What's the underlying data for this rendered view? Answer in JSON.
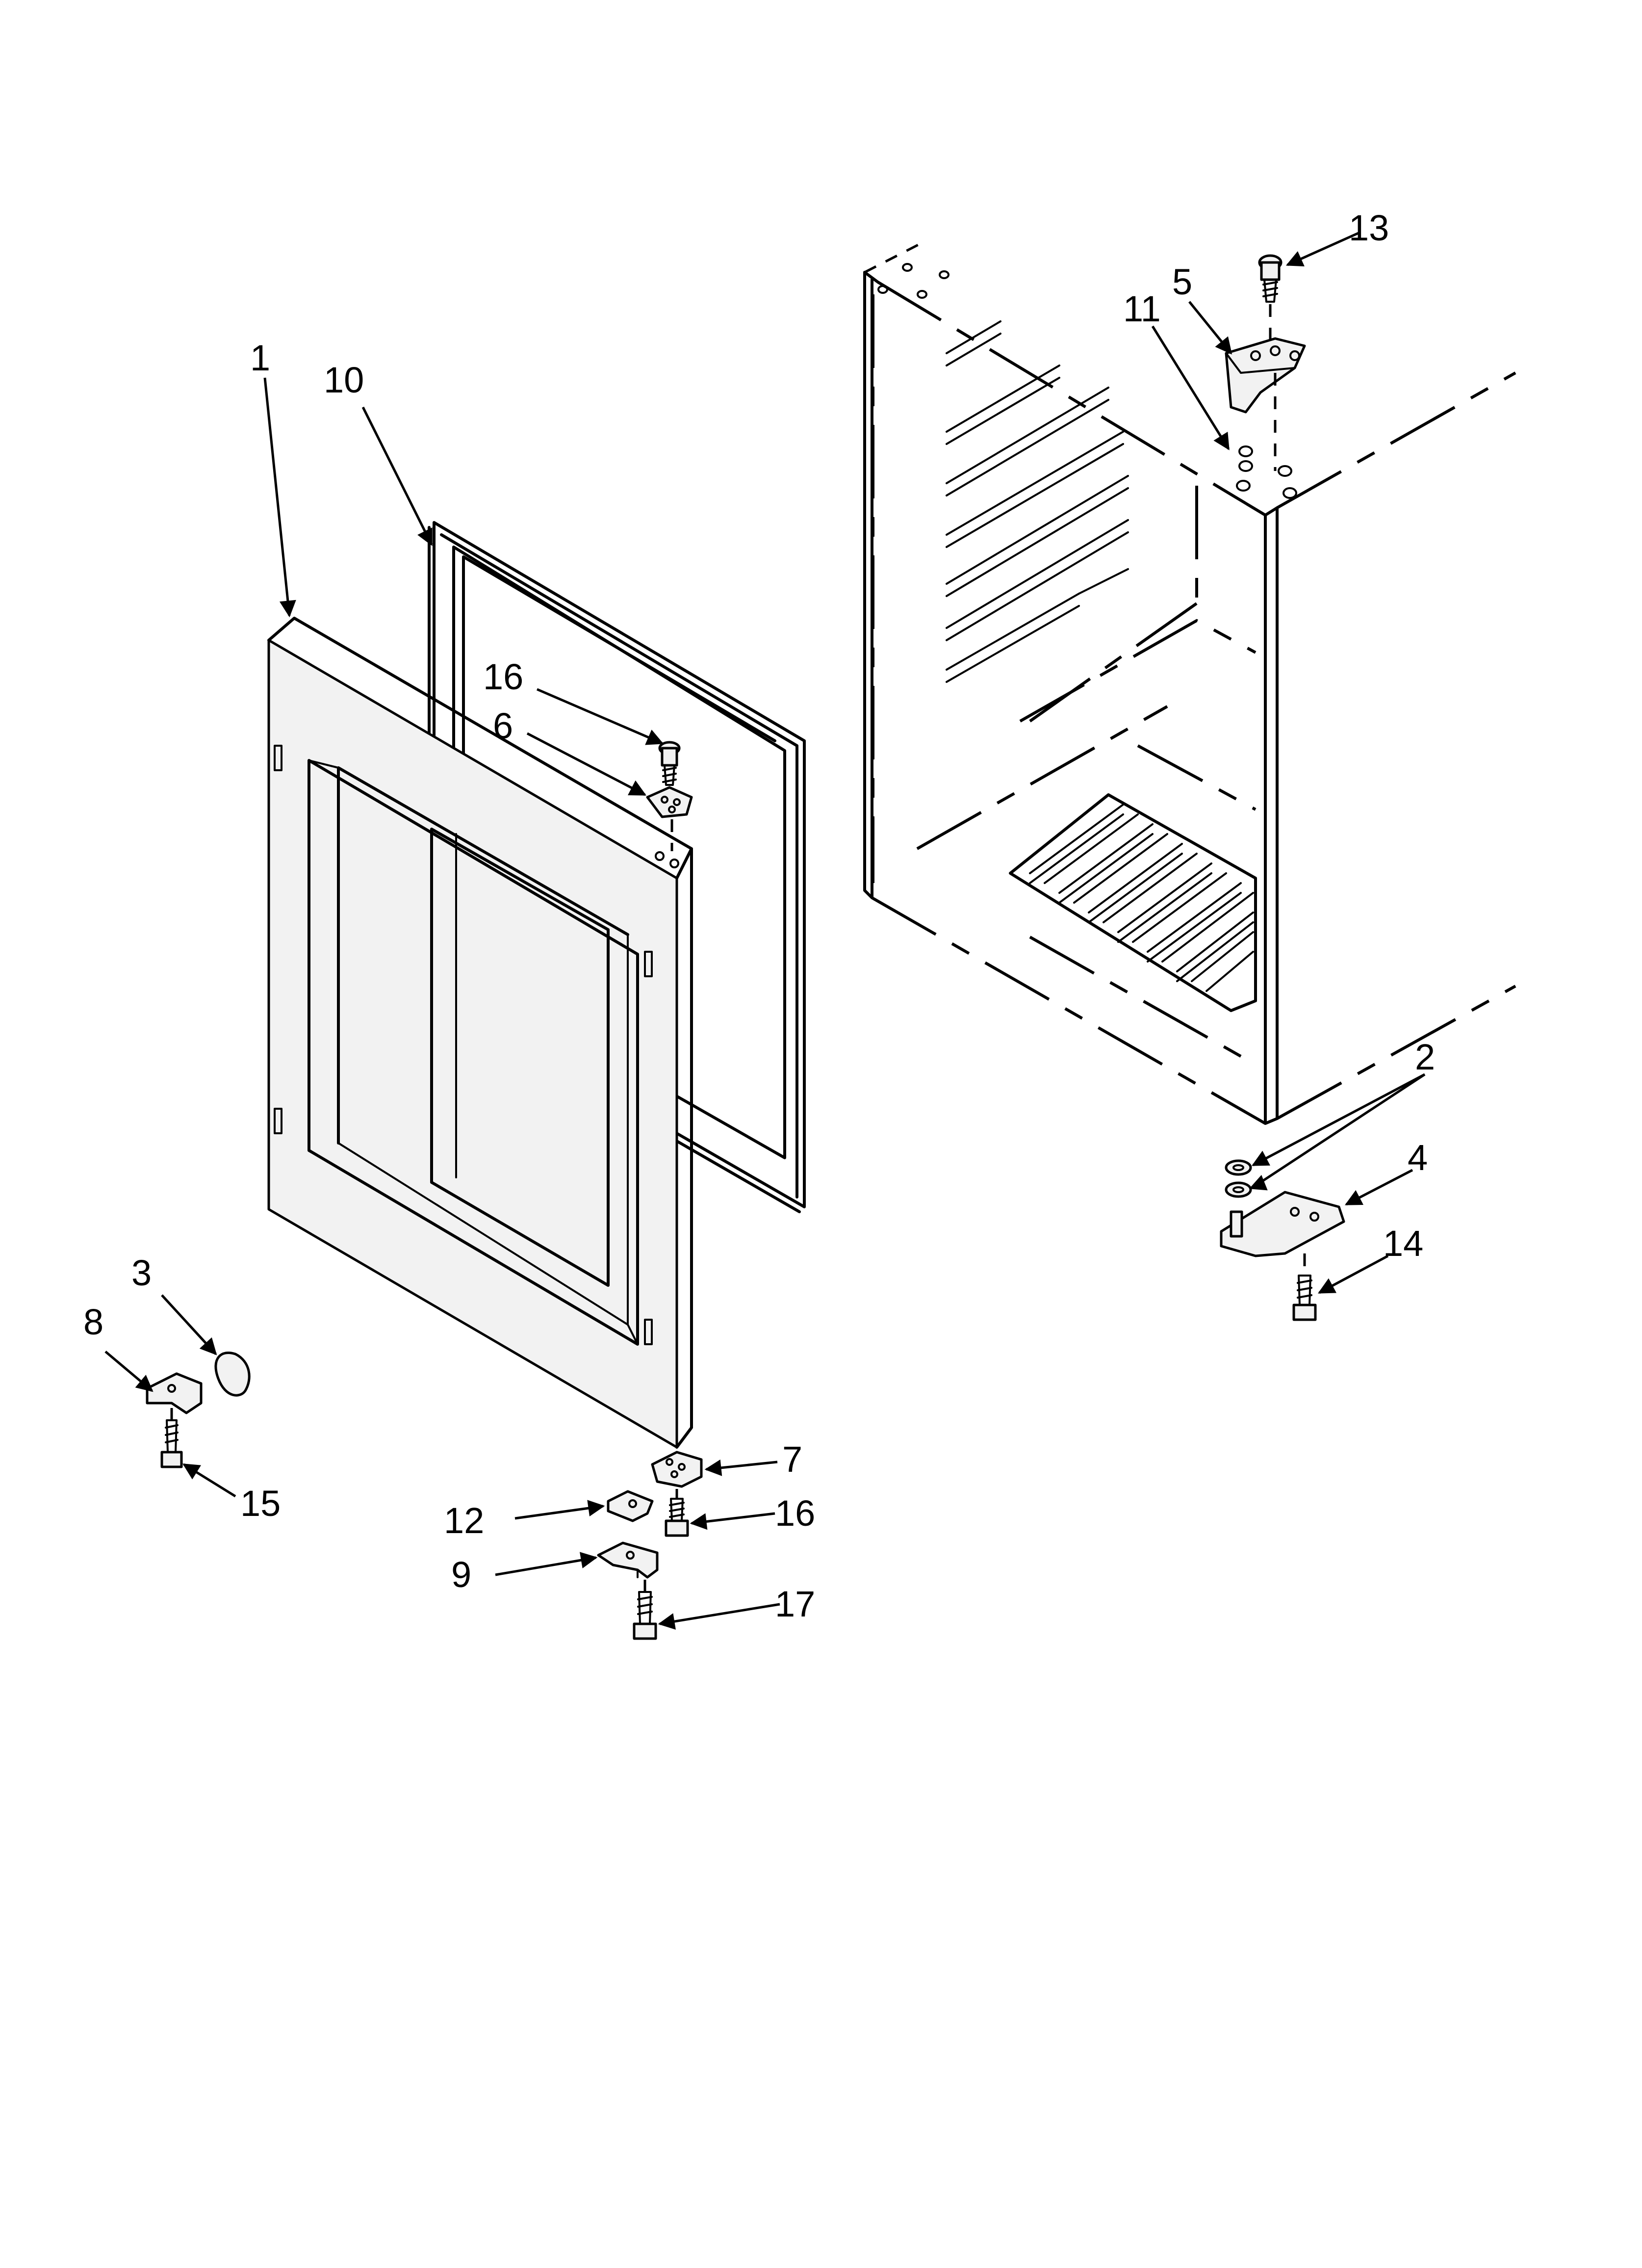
{
  "callouts": [
    {
      "id": "1",
      "label": "1"
    },
    {
      "id": "10",
      "label": "10"
    },
    {
      "id": "16a",
      "label": "16"
    },
    {
      "id": "6",
      "label": "6"
    },
    {
      "id": "13",
      "label": "13"
    },
    {
      "id": "5",
      "label": "5"
    },
    {
      "id": "11",
      "label": "11"
    },
    {
      "id": "2",
      "label": "2"
    },
    {
      "id": "4",
      "label": "4"
    },
    {
      "id": "14",
      "label": "14"
    },
    {
      "id": "3",
      "label": "3"
    },
    {
      "id": "8",
      "label": "8"
    },
    {
      "id": "15",
      "label": "15"
    },
    {
      "id": "7",
      "label": "7"
    },
    {
      "id": "12",
      "label": "12"
    },
    {
      "id": "16b",
      "label": "16"
    },
    {
      "id": "9",
      "label": "9"
    },
    {
      "id": "17",
      "label": "17"
    }
  ]
}
